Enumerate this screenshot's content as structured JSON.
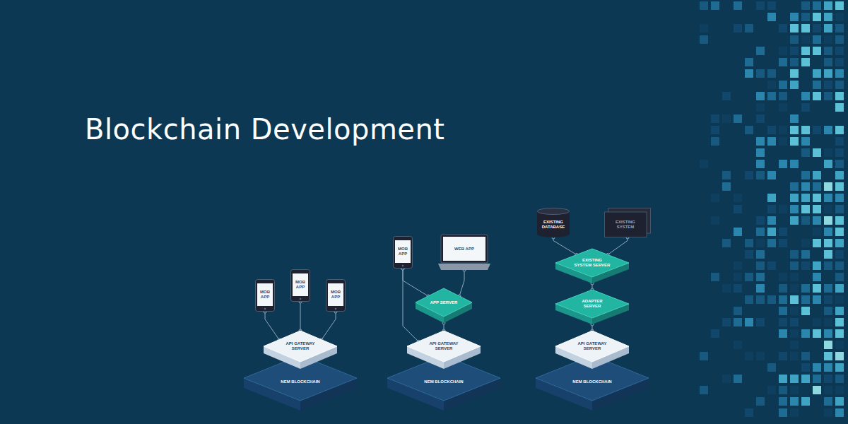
{
  "diagram": {
    "title": "Blockchain Development",
    "nodes": [
      {
        "text": [
          "MOB APP"
        ]
      },
      {
        "text": [
          "MOB APP"
        ]
      },
      {
        "text": [
          "MOB APP"
        ]
      },
      {
        "text": [
          "API GATEWAY SERVER"
        ]
      },
      {
        "text": [
          "NEM BLOCKCHAIN"
        ]
      },
      {
        "text": [
          "MOB APP"
        ]
      },
      {
        "text": [
          "WEB APP"
        ]
      },
      {
        "text": [
          "APP SERVER"
        ]
      },
      {
        "text": [
          "API GATEWAY SERVER"
        ]
      },
      {
        "text": [
          "NEM BLOCKCHAIN"
        ]
      },
      {
        "text": [
          "EXISTING DATABASE"
        ]
      },
      {
        "text": [
          "EXISTING SYSTEM"
        ]
      },
      {
        "text": [
          "EXISTING SYSTEM SERVER"
        ]
      },
      {
        "text": [
          "ADAPTER SERVER"
        ]
      },
      {
        "text": [
          "API GATEWAY SERVER"
        ]
      },
      {
        "text": [
          "NEM BLOCKCHAIN"
        ]
      }
    ],
    "edges": [
      {
        "from": 0,
        "to": 3,
        "arrow": "none"
      },
      {
        "from": 1,
        "to": 3,
        "arrow": "none"
      },
      {
        "from": 2,
        "to": 3,
        "arrow": "none"
      },
      {
        "from": 5,
        "to": 7,
        "arrow": "none"
      },
      {
        "from": 5,
        "to": 8,
        "arrow": "none"
      },
      {
        "from": 6,
        "to": 7,
        "arrow": "none"
      },
      {
        "from": 7,
        "to": 8,
        "arrow": "none"
      },
      {
        "from": 10,
        "to": 12,
        "arrow": "none"
      },
      {
        "from": 11,
        "to": 12,
        "arrow": "none"
      },
      {
        "from": 12,
        "to": 13,
        "arrow": "none"
      },
      {
        "from": 13,
        "to": 14,
        "arrow": "none"
      }
    ]
  }
}
